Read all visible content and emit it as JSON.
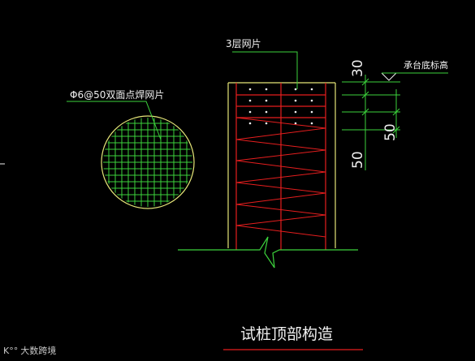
{
  "drawing": {
    "title": "试桩顶部构造",
    "mesh_label": "Φ6@50双面点焊网片",
    "layer_label": "3层网片",
    "elevation_label": "承台底标高",
    "dim_top": "30",
    "dim_mid": "50",
    "dim_left": "50"
  },
  "watermark": {
    "logo": "K°°",
    "text": "大数跨境"
  },
  "colors": {
    "background": "#000000",
    "mesh": "#3cd23c",
    "line_green": "#3cd23c",
    "outline_yellow": "#e6e678",
    "rebar_red": "#e61e1e",
    "text_white": "#f0f0f0",
    "title_underline": "#e61e1e"
  }
}
